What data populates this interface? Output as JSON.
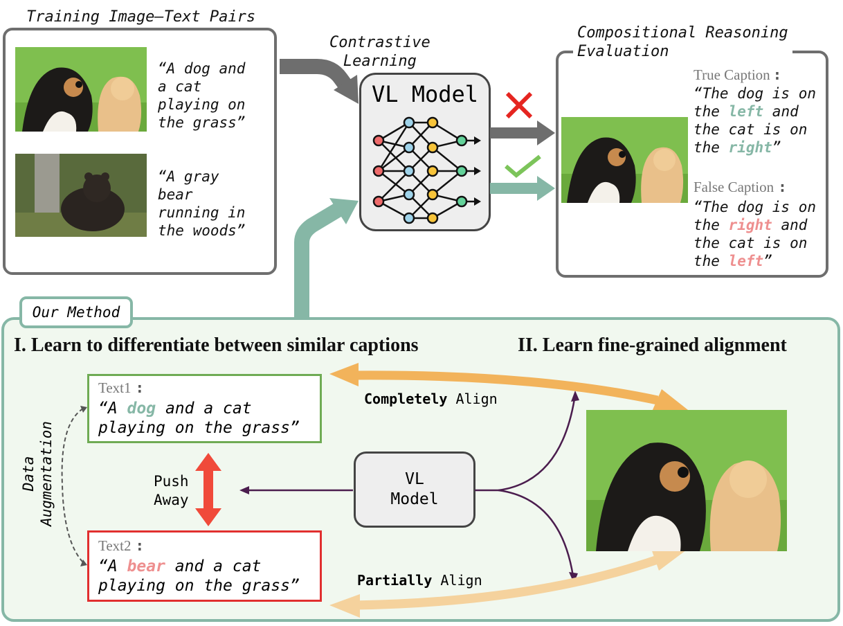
{
  "training": {
    "title": "Training Image–Text Pairs",
    "caption1": "“A dog and\na cat\nplaying on\nthe grass”",
    "caption2": "“A gray\nbear\nrunning in\nthe woods”"
  },
  "contrastive": {
    "label": "Contrastive\nLearning"
  },
  "vl_model_top": {
    "label": "VL Model"
  },
  "evaluation": {
    "title": "Compositional Reasoning\nEvaluation",
    "true_label": "True Caption",
    "true_pre": "“The dog is on\nthe ",
    "true_w1": "left",
    "true_mid": " and\nthe cat is on\nthe ",
    "true_w2": "right",
    "true_post": "”",
    "false_label": "False Caption",
    "false_pre": "“The dog is on\nthe ",
    "false_w1": "right",
    "false_mid": " and\nthe cat is on\nthe ",
    "false_w2": "left",
    "false_post": "”",
    "colon": ":"
  },
  "method": {
    "tab": "Our Method",
    "heading1": "I. Learn to differentiate between similar captions",
    "heading2": "II. Learn fine-grained alignment",
    "text1_label": "Text1",
    "text1_pre": "“A ",
    "text1_word": "dog",
    "text1_post": " and a cat\nplaying on the grass”",
    "text2_label": "Text2",
    "text2_pre": "“A ",
    "text2_word": "bear",
    "text2_post": " and a cat\nplaying on the grass”",
    "data_aug": "Data\nAugmentation",
    "push_away": "Push\nAway",
    "vl_line1": "VL",
    "vl_line2": "Model",
    "completely_bold": "Completely",
    "partially_bold": "Partially",
    "align": " Align"
  },
  "colors": {
    "teal": "#86b7a6",
    "pink": "#ee8f8f",
    "orange": "#f2b35b",
    "light_orange": "#f5d29d",
    "red": "#f04a3a",
    "green": "#6fab54",
    "purple": "#4b1d4e",
    "gray_arrow": "#6e6e6e"
  }
}
